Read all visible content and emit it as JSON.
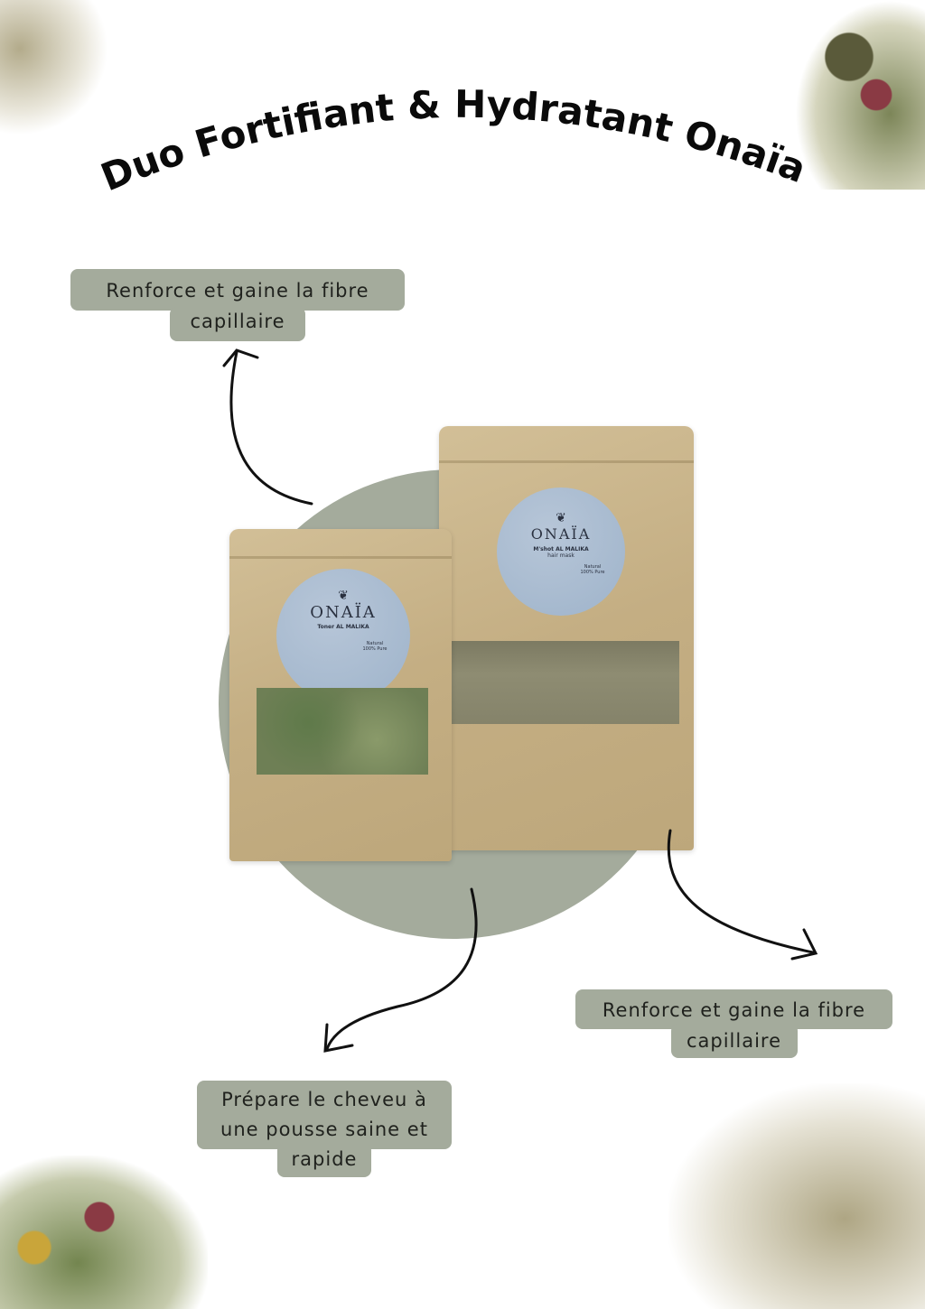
{
  "title": "Duo Fortifiant & Hydratant Onaïa",
  "callouts": {
    "top_left": {
      "line1": "Renforce et gaine la fibre",
      "line2": "capillaire"
    },
    "right": {
      "line1": "Renforce et gaine la fibre",
      "line2": "capillaire"
    },
    "bottom": {
      "line1": "Prépare le cheveu à",
      "line2": "une pousse saine et",
      "line3": "rapide"
    }
  },
  "products": {
    "small": {
      "brand": "ONAÏA",
      "name": "Toner AL MALIKA",
      "note1": "Natural",
      "note2": "100% Pure"
    },
    "large": {
      "brand": "ONAÏA",
      "name": "M'shot AL MALIKA",
      "subtitle": "hair mask",
      "note1": "Natural",
      "note2": "100% Pure"
    }
  },
  "colors": {
    "accent": "#a4ab9c",
    "kraft": "#c8b58b",
    "sticker": "#a7bbd0"
  }
}
